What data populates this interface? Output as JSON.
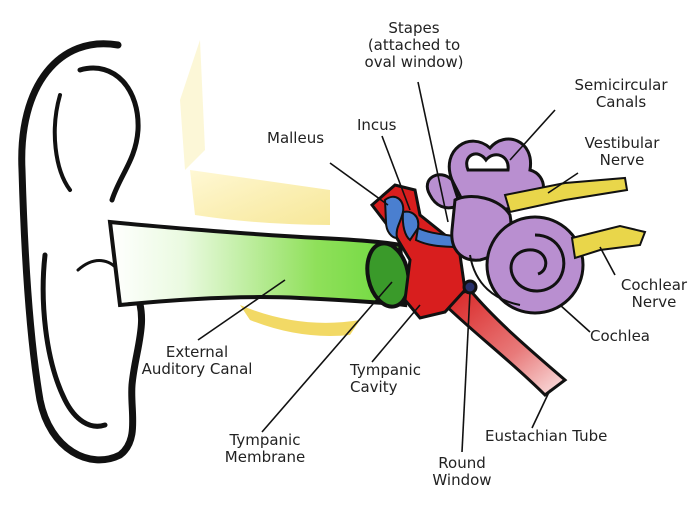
{
  "labels": {
    "stapes_1": "Stapes",
    "stapes_2": "(attached to",
    "stapes_3": "oval window)",
    "semicircular_1": "Semicircular",
    "semicircular_2": "Canals",
    "vestibular_1": "Vestibular",
    "vestibular_2": "Nerve",
    "malleus": "Malleus",
    "incus": "Incus",
    "cochlear_1": "Cochlear",
    "cochlear_2": "Nerve",
    "cochlea": "Cochlea",
    "external_1": "External",
    "external_2": "Auditory Canal",
    "tympanic_cavity_1": "Tympanic",
    "tympanic_cavity_2": "Cavity",
    "eustachian": "Eustachian Tube",
    "tympanic_membrane_1": "Tympanic",
    "tympanic_membrane_2": "Membrane",
    "round_window_1": "Round",
    "round_window_2": "Window"
  },
  "colors": {
    "canal_green": "#6cd83c",
    "middle_ear_red": "#d81e1e",
    "inner_ear_purple": "#b98fd0",
    "ossicle_blue": "#4a7fd0",
    "nerve_yellow": "#e9d64a",
    "outline": "#111111"
  }
}
